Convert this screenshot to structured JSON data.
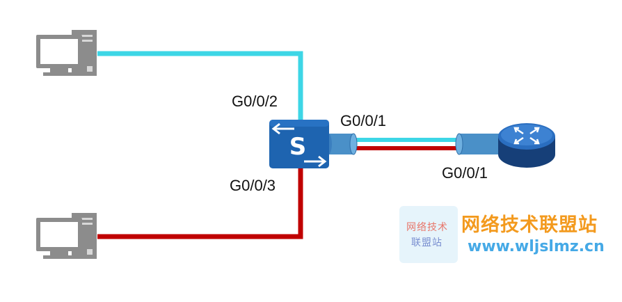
{
  "ports": {
    "switch_top": "G0/0/2",
    "switch_bottom": "G0/0/3",
    "switch_right": "G0/0/1",
    "router": "G0/0/1"
  },
  "switch_icon_letter": "S",
  "links": [
    {
      "from": "pc-top",
      "to": "switch",
      "color": "#3dd6e6"
    },
    {
      "from": "pc-bottom",
      "to": "switch",
      "color": "#c00000"
    },
    {
      "from": "switch",
      "to": "router",
      "color": "#3dd6e6"
    },
    {
      "from": "switch",
      "to": "router",
      "color": "#c00000"
    }
  ],
  "icons": [
    "pc-icon",
    "pc-icon",
    "switch-icon",
    "router-icon"
  ],
  "colors": {
    "switch_fill": "#1e64b0",
    "router_fill": "#1b56a0",
    "trunk_connector": "#4a90c8",
    "watermark_title": "#f39a1e",
    "watermark_url": "#45a9e6"
  },
  "watermark": {
    "logo_line1": "网络技术",
    "logo_line2": "联盟站",
    "title": "网络技术联盟站",
    "url": "www.wljslmz.cn"
  }
}
